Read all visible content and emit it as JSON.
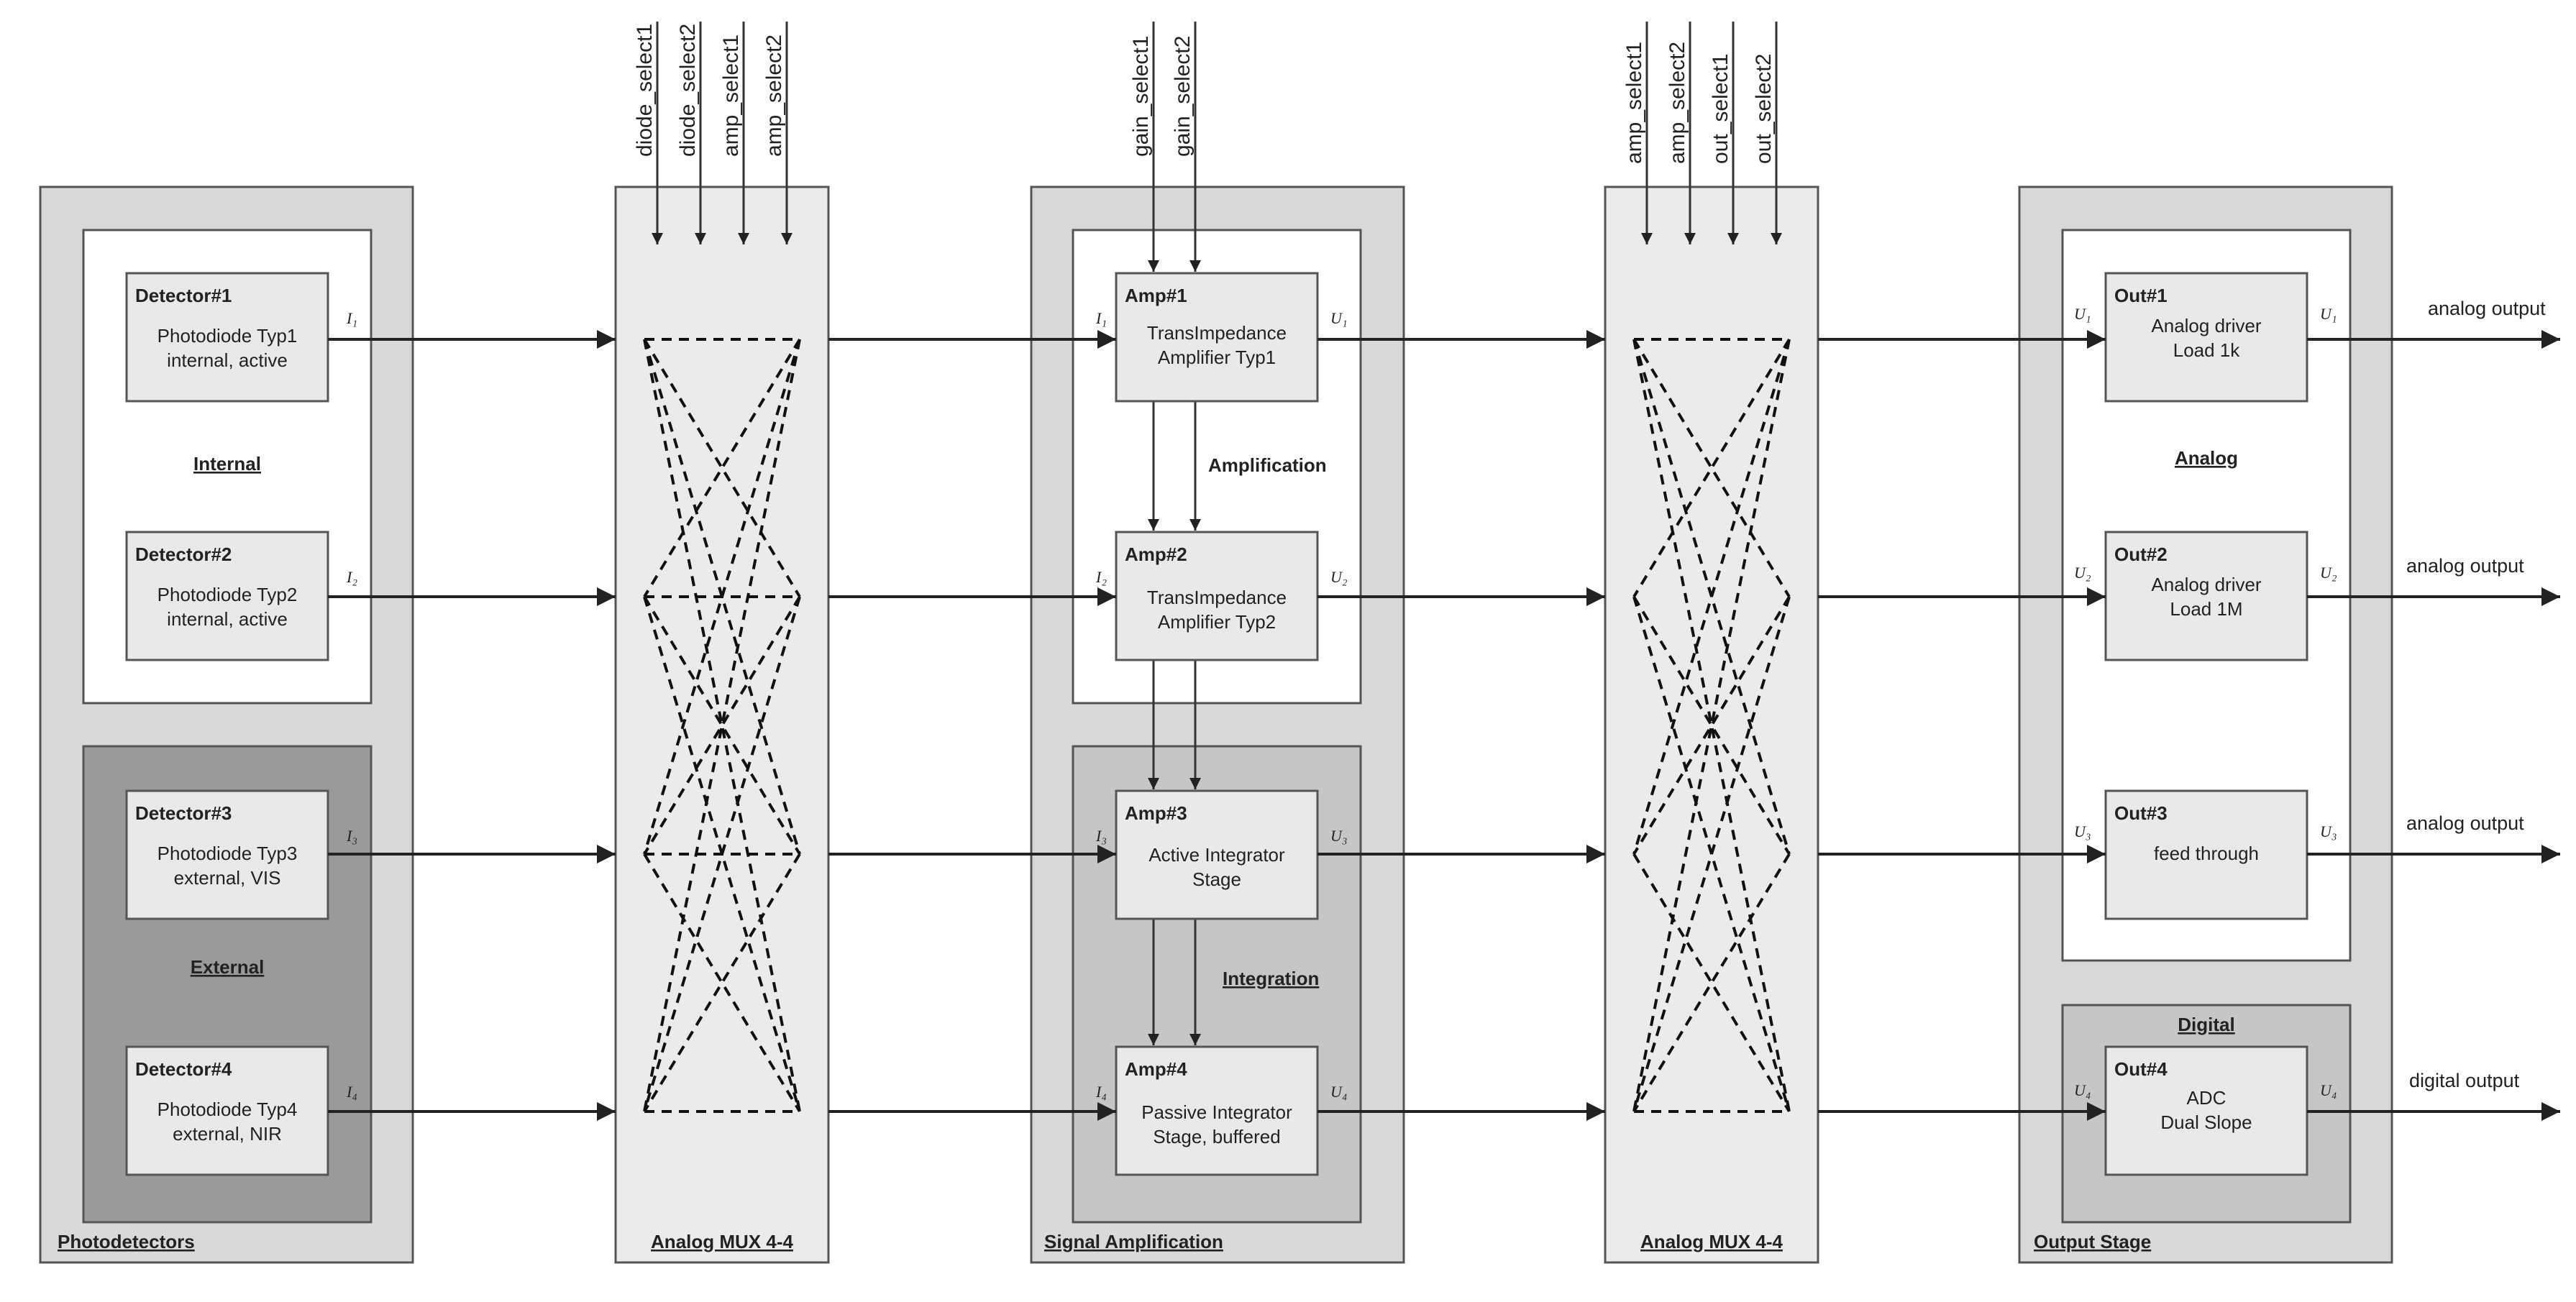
{
  "panels": {
    "photodetectors": {
      "label": "Photodetectors"
    },
    "mux1": {
      "label": "Analog MUX 4-4"
    },
    "amplification": {
      "label": "Signal Amplification"
    },
    "mux2": {
      "label": "Analog MUX 4-4"
    },
    "output": {
      "label": "Output Stage"
    }
  },
  "groups": {
    "internal": "Internal",
    "external": "External",
    "amplification": "Amplification",
    "integration": "Integration",
    "analog": "Analog",
    "digital": "Digital"
  },
  "detectors": [
    {
      "title": "Detector#1",
      "line1": "Photodiode Typ1",
      "line2": "internal, active",
      "port": "I₁"
    },
    {
      "title": "Detector#2",
      "line1": "Photodiode Typ2",
      "line2": "internal, active",
      "port": "I₂"
    },
    {
      "title": "Detector#3",
      "line1": "Photodiode Typ3",
      "line2": "external, VIS",
      "port": "I₃"
    },
    {
      "title": "Detector#4",
      "line1": "Photodiode Typ4",
      "line2": "external, NIR",
      "port": "I₄"
    }
  ],
  "amps": [
    {
      "title": "Amp#1",
      "line1": "TransImpedance",
      "line2": "Amplifier Typ1",
      "in": "I₁",
      "out": "U₁"
    },
    {
      "title": "Amp#2",
      "line1": "TransImpedance",
      "line2": "Amplifier Typ2",
      "in": "I₂",
      "out": "U₂"
    },
    {
      "title": "Amp#3",
      "line1": "Active Integrator",
      "line2": "Stage",
      "in": "I₃",
      "out": "U₃"
    },
    {
      "title": "Amp#4",
      "line1": "Passive Integrator",
      "line2": "Stage, buffered",
      "in": "I₄",
      "out": "U₄"
    }
  ],
  "outputs": [
    {
      "title": "Out#1",
      "line1": "Analog driver",
      "line2": "Load 1k",
      "in": "U₁",
      "out": "U₁",
      "signal": "analog output"
    },
    {
      "title": "Out#2",
      "line1": "Analog driver",
      "line2": "Load 1M",
      "in": "U₂",
      "out": "U₂",
      "signal": "analog output"
    },
    {
      "title": "Out#3",
      "line1": "feed through",
      "line2": "",
      "in": "U₃",
      "out": "U₃",
      "signal": "analog output"
    },
    {
      "title": "Out#4",
      "line1": "ADC",
      "line2": "Dual Slope",
      "in": "U₄",
      "out": "U₄",
      "signal": "digital output"
    }
  ],
  "controls": {
    "mux1": [
      "diode_select1",
      "diode_select2",
      "amp_select1",
      "amp_select2"
    ],
    "amp": [
      "gain_select1",
      "gain_select2"
    ],
    "mux2": [
      "amp_select1",
      "amp_select2",
      "out_select1",
      "out_select2"
    ]
  }
}
